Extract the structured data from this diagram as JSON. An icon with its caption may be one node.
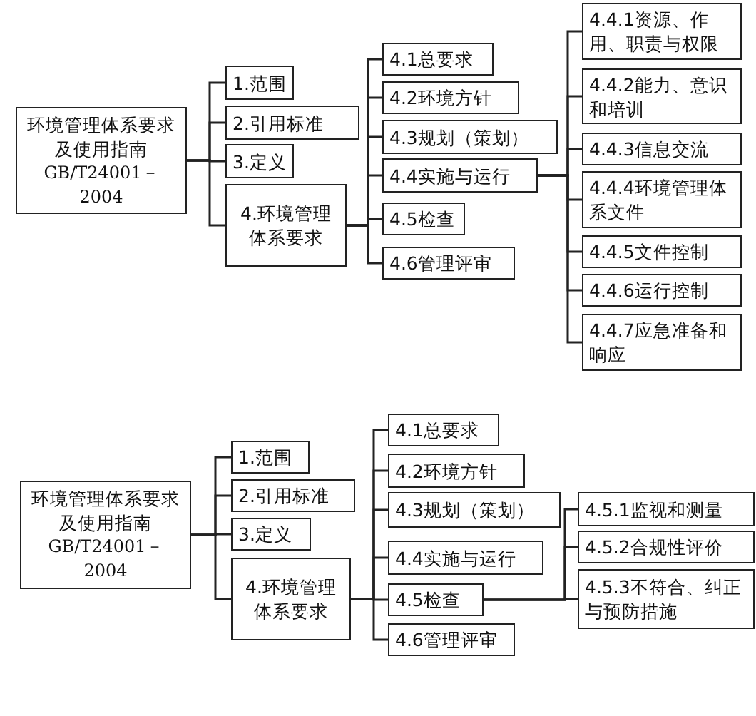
{
  "diagram": {
    "nodes": [
      {
        "text": [
          "环境管理体系要求及使用指南",
          "GB/T24001－2004"
        ]
      },
      {
        "text": [
          "1.范围"
        ]
      },
      {
        "text": [
          "2.引用标准"
        ]
      },
      {
        "text": [
          "3.定义"
        ]
      },
      {
        "text": [
          "4.环境管理体系要求"
        ]
      },
      {
        "text": [
          "4.1总要求"
        ]
      },
      {
        "text": [
          "4.2环境方针"
        ]
      },
      {
        "text": [
          "4.3规划（策划）"
        ]
      },
      {
        "text": [
          "4.4实施与运行"
        ]
      },
      {
        "text": [
          "4.5检查"
        ]
      },
      {
        "text": [
          "4.6管理评审"
        ]
      },
      {
        "text": [
          "4.4.1资源、作用、职责与权限"
        ]
      },
      {
        "text": [
          "4.4.2能力、意识和培训"
        ]
      },
      {
        "text": [
          "4.4.3信息交流"
        ]
      },
      {
        "text": [
          "4.4.4环境管理体系文件"
        ]
      },
      {
        "text": [
          "4.4.5文件控制"
        ]
      },
      {
        "text": [
          "4.4.6运行控制"
        ]
      },
      {
        "text": [
          "4.4.7应急准备和响应"
        ]
      },
      {
        "text": [
          "环境管理体系要求及使用指南",
          "GB/T24001－2004"
        ]
      },
      {
        "text": [
          "1.范围"
        ]
      },
      {
        "text": [
          "2.引用标准"
        ]
      },
      {
        "text": [
          "3.定义"
        ]
      },
      {
        "text": [
          "4.环境管理体系要求"
        ]
      },
      {
        "text": [
          "4.1总要求"
        ]
      },
      {
        "text": [
          "4.2环境方针"
        ]
      },
      {
        "text": [
          "4.3规划（策划）"
        ]
      },
      {
        "text": [
          "4.4实施与运行"
        ]
      },
      {
        "text": [
          "4.5检查"
        ]
      },
      {
        "text": [
          "4.6管理评审"
        ]
      },
      {
        "text": [
          "4.5.1监视和测量"
        ]
      },
      {
        "text": [
          "4.5.2合规性评价"
        ]
      },
      {
        "text": [
          "4.5.3不符合、纠正与预防措施"
        ]
      }
    ],
    "edges": [
      {
        "from": 0,
        "to": 1,
        "arrow": "none"
      },
      {
        "from": 0,
        "to": 2,
        "arrow": "none"
      },
      {
        "from": 0,
        "to": 3,
        "arrow": "none"
      },
      {
        "from": 0,
        "to": 4,
        "arrow": "none"
      },
      {
        "from": 4,
        "to": 5,
        "arrow": "none"
      },
      {
        "from": 4,
        "to": 6,
        "arrow": "none"
      },
      {
        "from": 4,
        "to": 7,
        "arrow": "none"
      },
      {
        "from": 4,
        "to": 8,
        "arrow": "none"
      },
      {
        "from": 4,
        "to": 9,
        "arrow": "none"
      },
      {
        "from": 4,
        "to": 10,
        "arrow": "none"
      },
      {
        "from": 8,
        "to": 11,
        "arrow": "none"
      },
      {
        "from": 8,
        "to": 12,
        "arrow": "none"
      },
      {
        "from": 8,
        "to": 13,
        "arrow": "none"
      },
      {
        "from": 8,
        "to": 14,
        "arrow": "none"
      },
      {
        "from": 8,
        "to": 15,
        "arrow": "none"
      },
      {
        "from": 8,
        "to": 16,
        "arrow": "none"
      },
      {
        "from": 8,
        "to": 17,
        "arrow": "none"
      },
      {
        "from": 18,
        "to": 19,
        "arrow": "none"
      },
      {
        "from": 18,
        "to": 20,
        "arrow": "none"
      },
      {
        "from": 18,
        "to": 21,
        "arrow": "none"
      },
      {
        "from": 18,
        "to": 22,
        "arrow": "none"
      },
      {
        "from": 22,
        "to": 23,
        "arrow": "none"
      },
      {
        "from": 22,
        "to": 24,
        "arrow": "none"
      },
      {
        "from": 22,
        "to": 25,
        "arrow": "none"
      },
      {
        "from": 22,
        "to": 26,
        "arrow": "none"
      },
      {
        "from": 22,
        "to": 27,
        "arrow": "none"
      },
      {
        "from": 22,
        "to": 28,
        "arrow": "none"
      },
      {
        "from": 27,
        "to": 29,
        "arrow": "none"
      },
      {
        "from": 27,
        "to": 30,
        "arrow": "none"
      },
      {
        "from": 27,
        "to": 31,
        "arrow": "none"
      }
    ]
  }
}
